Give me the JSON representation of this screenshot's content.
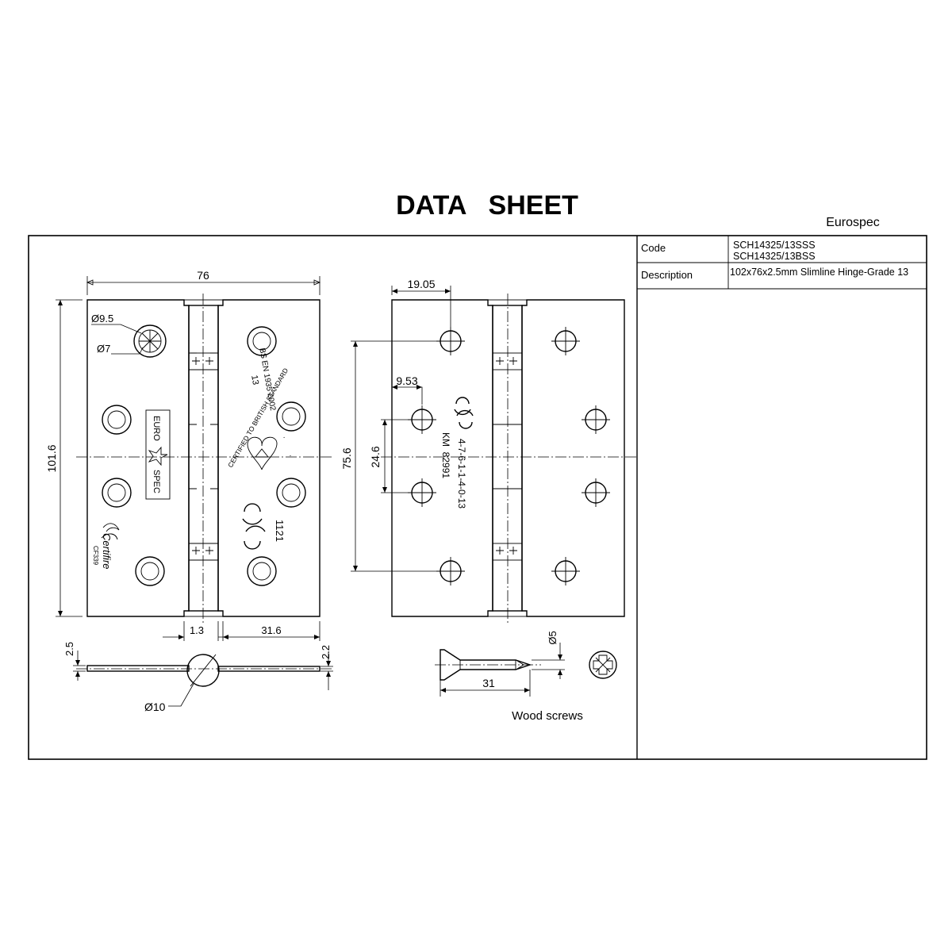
{
  "title": "DATA   SHEET",
  "brand": "Eurospec",
  "info_table": {
    "code_label": "Code",
    "codes": [
      "SCH14325/13SSS",
      "SCH14325/13BSS"
    ],
    "description_label": "Description",
    "description": "102x76x2.5mm Slimline Hinge-Grade 13"
  },
  "front_view": {
    "dim_width": "76",
    "dim_height": "101.6",
    "dim_countersink": "Ø9.5",
    "dim_hole": "Ø7",
    "dim_knuckle": "1.3",
    "dim_leaf": "31.6",
    "stamp_lines": [
      "EURO",
      "SPEC"
    ],
    "logo_text": "Certifire",
    "logo_code": "CF339",
    "bs_text": "BS EN 1935 2002",
    "bs_grade": "13",
    "kitemark_text": "CERTIFIED TO BRITISH STANDARD",
    "ce_mark": "CE",
    "ce_number": "1121"
  },
  "back_view": {
    "dim_edge": "19.05",
    "dim_edge2": "9.53",
    "dim_outer": "75.6",
    "dim_inner": "24.6",
    "ce_mark": "CE",
    "stamp_code": "4-7-6-1-1-4-0-13",
    "km_text": "KM  82991"
  },
  "side_view": {
    "dim_thickness": "2.5",
    "dim_leaf_thickness": "2.2",
    "dim_knuckle_dia": "Ø10"
  },
  "screw": {
    "dim_dia": "Ø5",
    "dim_length": "31",
    "label": "Wood screws"
  }
}
